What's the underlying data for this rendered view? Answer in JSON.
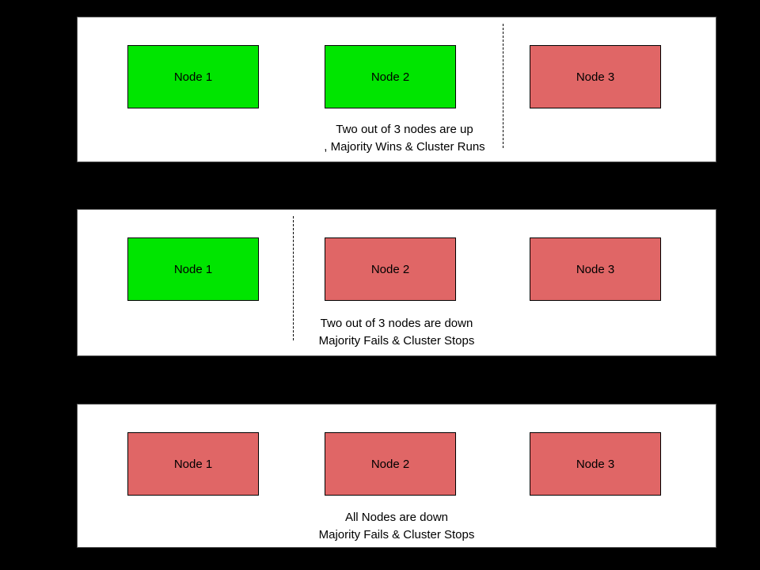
{
  "colors": {
    "background": "#000000",
    "panel_bg": "#ffffff",
    "panel_border": "#565656",
    "node_up": "#00e500",
    "node_down": "#e06666",
    "node_border": "#000000",
    "text": "#000000"
  },
  "panels": [
    {
      "nodes": [
        {
          "label": "Node 1",
          "status": "up"
        },
        {
          "label": "Node 2",
          "status": "up"
        },
        {
          "label": "Node 3",
          "status": "down"
        }
      ],
      "caption": [
        "Two out of 3 nodes are up",
        ", Majority Wins & Cluster Runs"
      ]
    },
    {
      "nodes": [
        {
          "label": "Node 1",
          "status": "up"
        },
        {
          "label": "Node 2",
          "status": "down"
        },
        {
          "label": "Node 3",
          "status": "down"
        }
      ],
      "caption": [
        "Two out of 3 nodes are down",
        "Majority Fails & Cluster Stops"
      ]
    },
    {
      "nodes": [
        {
          "label": "Node 1",
          "status": "down"
        },
        {
          "label": "Node 2",
          "status": "down"
        },
        {
          "label": "Node 3",
          "status": "down"
        }
      ],
      "caption": [
        "All Nodes are down",
        "Majority Fails & Cluster Stops"
      ]
    }
  ]
}
